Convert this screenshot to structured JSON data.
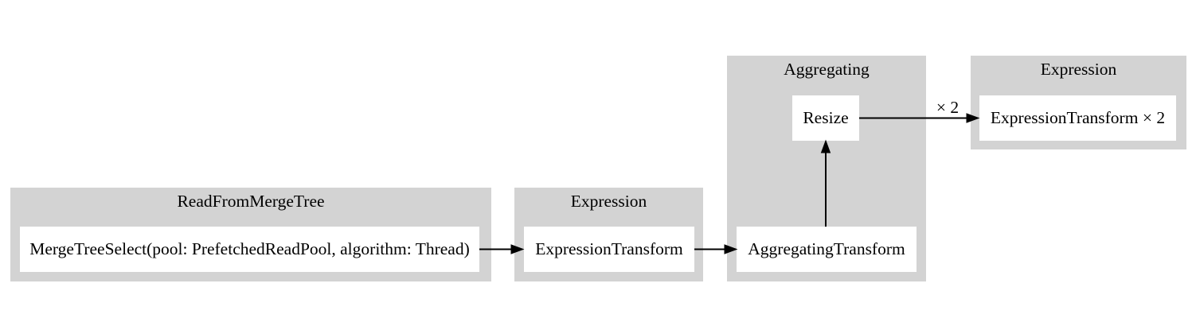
{
  "diagram": {
    "type": "query-pipeline-graph",
    "background": "#ffffff",
    "colors": {
      "cluster_fill": "#d3d3d3",
      "node_fill": "#ffffff",
      "text": "#000000",
      "edge": "#000000"
    },
    "clusters": [
      {
        "title": "ReadFromMergeTree",
        "nodes": [
          {
            "label": "MergeTreeSelect(pool: PrefetchedReadPool, algorithm: Thread)"
          }
        ]
      },
      {
        "title": "Expression",
        "nodes": [
          {
            "label": "ExpressionTransform"
          }
        ]
      },
      {
        "title": "Aggregating",
        "nodes": [
          {
            "label": "Resize"
          },
          {
            "label": "AggregatingTransform"
          }
        ]
      },
      {
        "title": "Expression",
        "nodes": [
          {
            "label": "ExpressionTransform × 2"
          }
        ]
      }
    ],
    "edges": [
      {
        "from": "MergeTreeSelect(pool: PrefetchedReadPool, algorithm: Thread)",
        "to": "ExpressionTransform",
        "label": ""
      },
      {
        "from": "ExpressionTransform",
        "to": "AggregatingTransform",
        "label": ""
      },
      {
        "from": "AggregatingTransform",
        "to": "Resize",
        "label": ""
      },
      {
        "from": "Resize",
        "to": "ExpressionTransform × 2",
        "label": "× 2"
      }
    ]
  }
}
